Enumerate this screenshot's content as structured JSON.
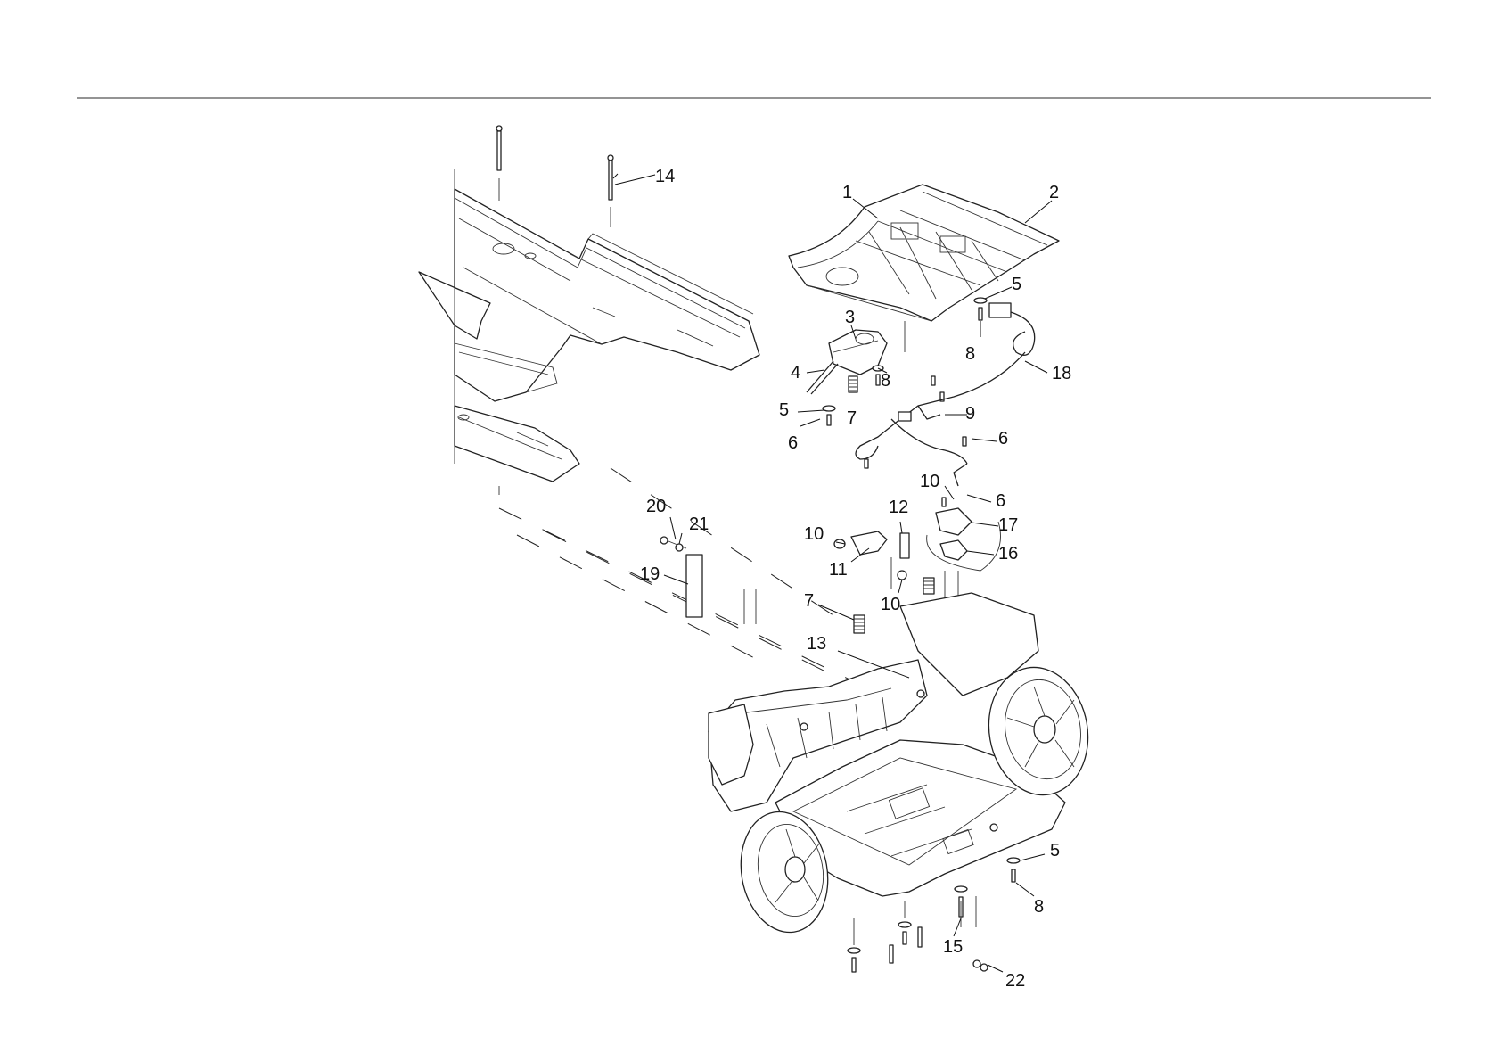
{
  "colors": {
    "line": "#222222",
    "background": "#ffffff",
    "rule": "#555555"
  },
  "callouts": {
    "c1": "1",
    "c2": "2",
    "c3": "3",
    "c4": "4",
    "c5a": "5",
    "c5b": "5",
    "c5c": "5",
    "c6a": "6",
    "c6b": "6",
    "c6c": "6",
    "c7a": "7",
    "c7b": "7",
    "c8a": "8",
    "c8b": "8",
    "c8c": "8",
    "c9": "9",
    "c10a": "10",
    "c10b": "10",
    "c10c": "10",
    "c11": "11",
    "c12": "12",
    "c13": "13",
    "c14": "14",
    "c15": "15",
    "c16": "16",
    "c17": "17",
    "c18": "18",
    "c19": "19",
    "c20": "20",
    "c21": "21",
    "c22": "22"
  }
}
